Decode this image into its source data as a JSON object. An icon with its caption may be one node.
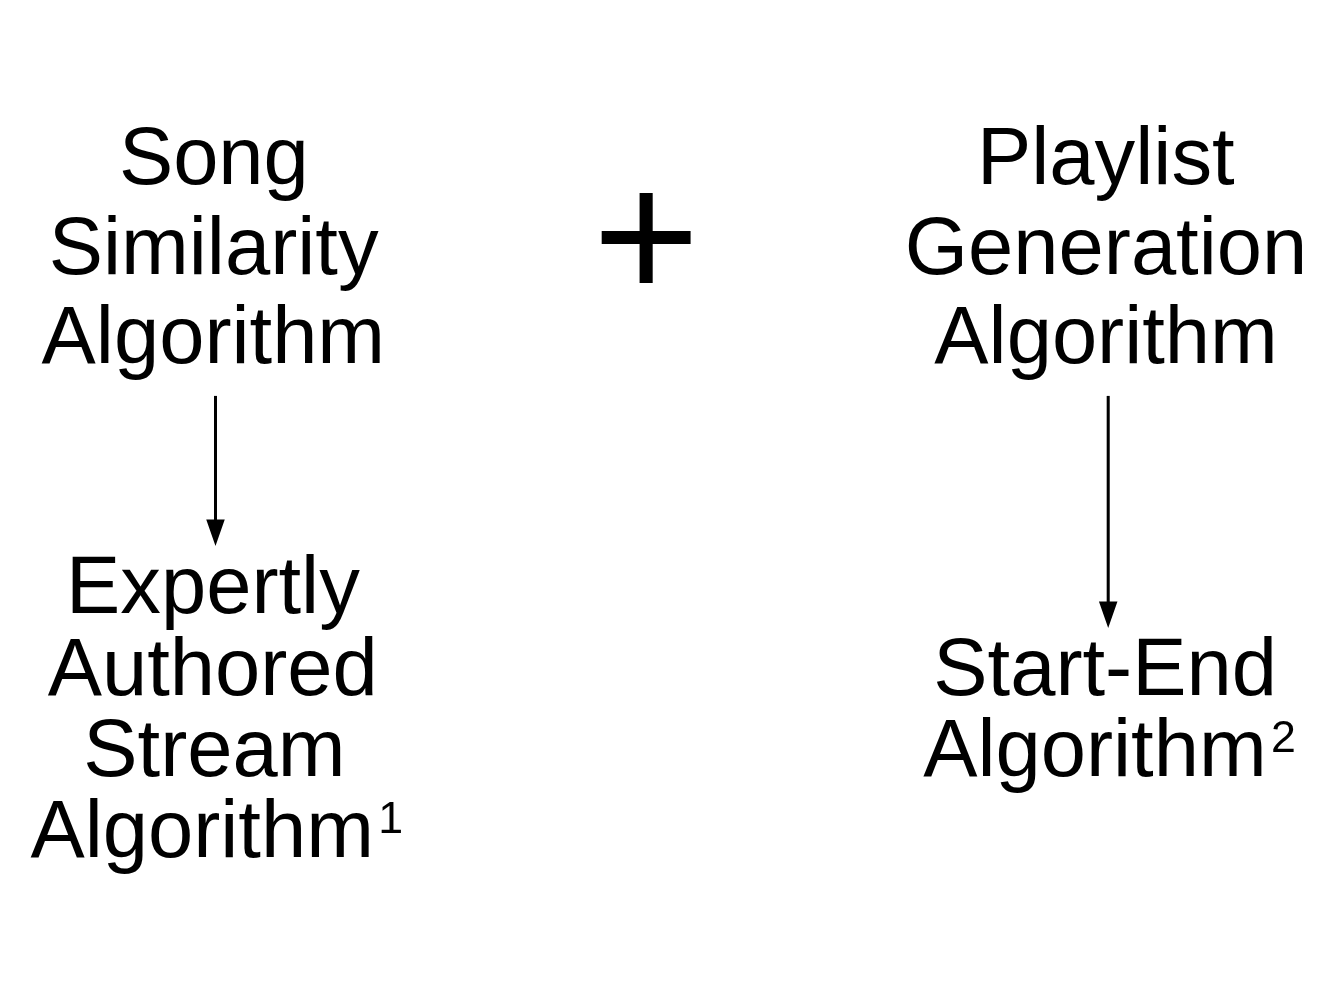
{
  "diagram": {
    "nodes": [
      {
        "text": [
          "Song Similarity Algorithm"
        ]
      },
      {
        "text": [
          "Playlist Generation Algorithm"
        ]
      },
      {
        "text": [
          "Expertly Authored Stream Algorithm$^{1}$"
        ]
      },
      {
        "text": [
          "Start-End Algorithm$^{2}$"
        ]
      }
    ],
    "edges": [
      {
        "from": 0,
        "to": 2,
        "arrow": "to"
      },
      {
        "from": 1,
        "to": 3,
        "arrow": "to"
      }
    ],
    "labels": [
      "+"
    ]
  }
}
